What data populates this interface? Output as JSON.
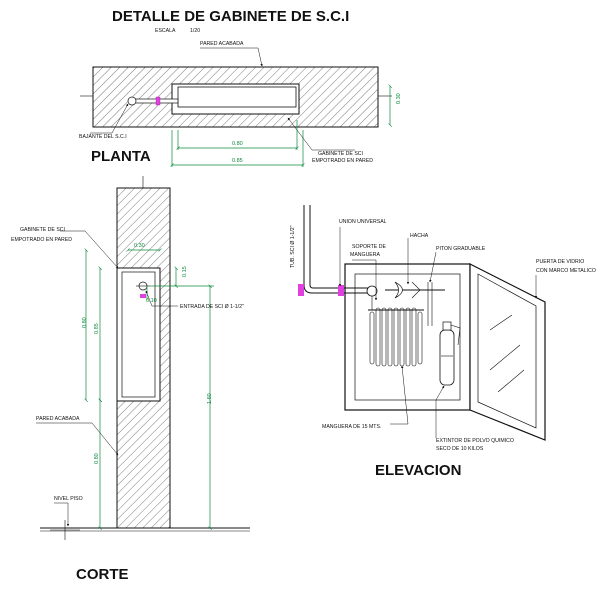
{
  "title": "DETALLE DE GABINETE DE S.C.I",
  "scale": {
    "label": "ESCALA",
    "value": "1/20"
  },
  "planta": {
    "heading": "PLANTA",
    "labels": {
      "pared": "PARED ACABADA",
      "bajante": "BAJANTE DEL S.C.I",
      "gabinete1": "GABINETE DE SCI",
      "gabinete2": "EMPOTRADO EN PARED"
    },
    "dims": {
      "inner": "0.80",
      "outer": "0.85",
      "depth": "0.30"
    }
  },
  "corte": {
    "heading": "CORTE",
    "labels": {
      "gabinete1": "GABINETE DE SCI",
      "gabinete2": "EMPOTRADO EN PARED",
      "entrada": "ENTRADA DE SCI Ø 1-1/2\"",
      "pared": "PARED ACABADA",
      "nivel": "NIVEL PISO"
    },
    "dims": {
      "top": "0.30",
      "small": "0.15",
      "low": "0.10",
      "h1": "0.85",
      "h2": "0.80",
      "h3": "0.80",
      "big": "1.60"
    }
  },
  "elevacion": {
    "heading": "ELEVACION",
    "labels": {
      "tuberia": "TUB. SCI Ø 1-1/2\"",
      "union": "UNION UNIVERSAL",
      "soporte1": "SOPORTE DE",
      "soporte2": "MANGUERA",
      "hacha": "HACHA",
      "piton": "PITON GRADUABLE",
      "puerta1": "PUERTA DE VIDRIO",
      "puerta2": "CON MARCO METALICO",
      "manguera": "MANGUERA DE 15 MTS.",
      "extintor1": "EXTINTOR DE POLVO QUIMICO",
      "extintor2": "SECO DE 10 KILOS"
    }
  },
  "colors": {
    "dimension": "#0b8a3a",
    "valve": "#e040e0",
    "line": "#111111"
  }
}
